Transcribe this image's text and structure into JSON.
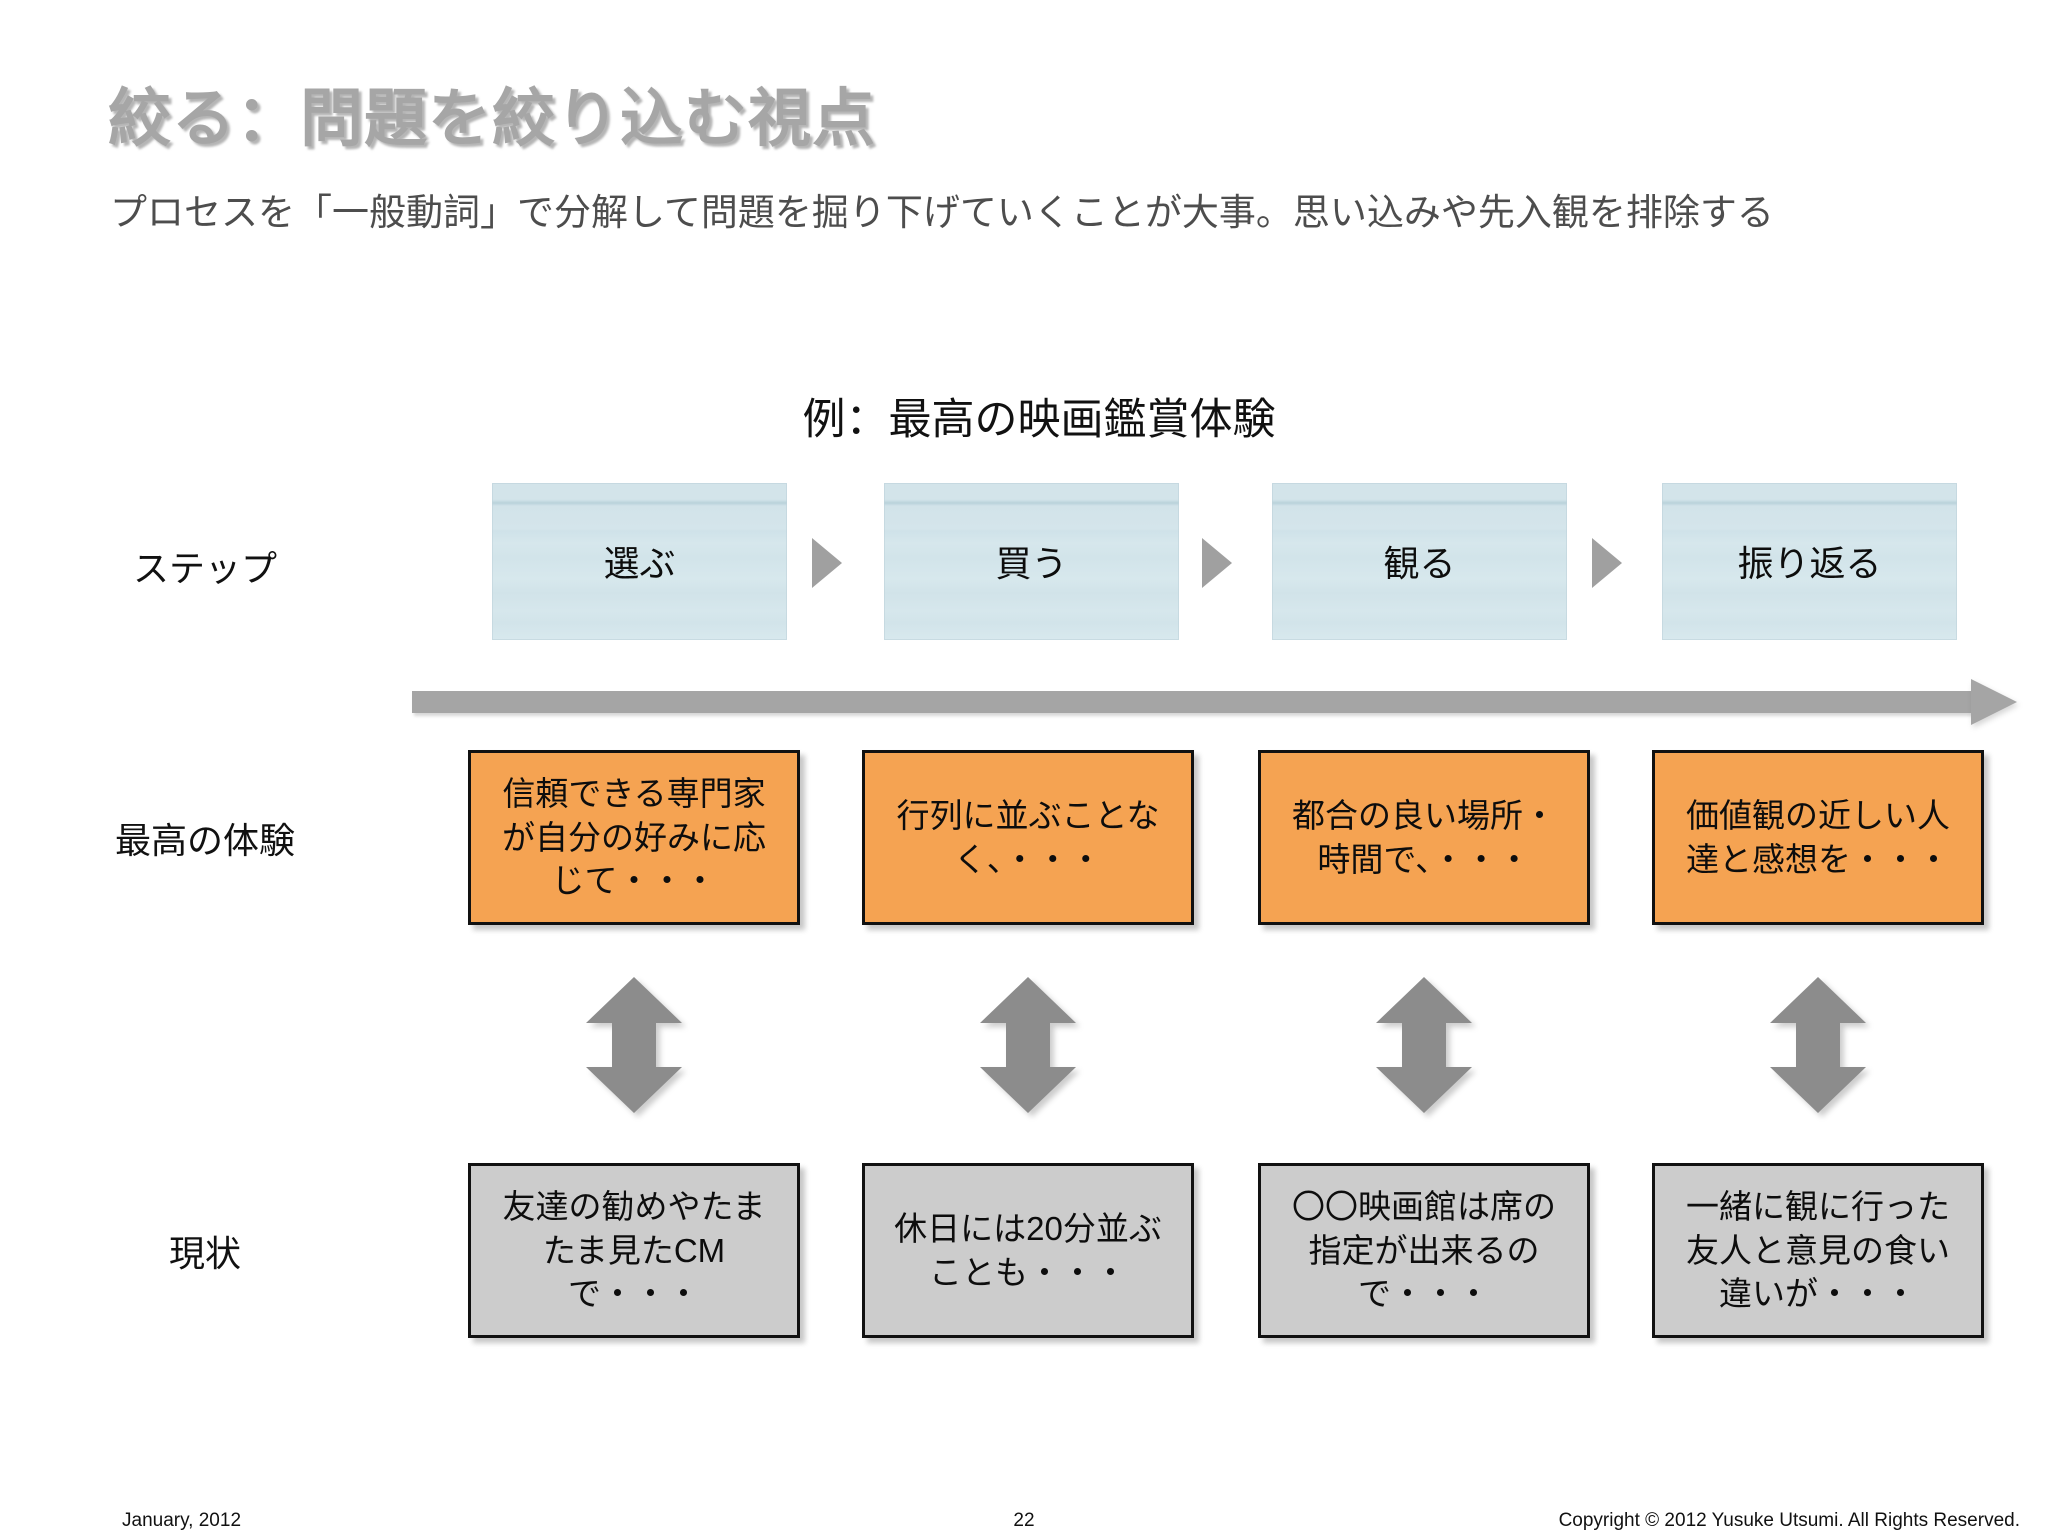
{
  "slide": {
    "title": "絞る：問題を絞り込む視点",
    "subtitle": "プロセスを「一般動詞」で分解して問題を掘り下げていくことが大事。思い込みや先入観を排除する",
    "example_heading": "例：最高の映画鑑賞体験"
  },
  "row_labels": {
    "step": "ステップ",
    "best_experience": "最高の体験",
    "current_state": "現状"
  },
  "steps": [
    {
      "label": "選ぶ"
    },
    {
      "label": "買う"
    },
    {
      "label": "観る"
    },
    {
      "label": "振り返る"
    }
  ],
  "best_experience": [
    {
      "text": "信頼できる専門家\nが自分の好みに応\nじて・・・"
    },
    {
      "text": "行列に並ぶことな\nく、・・・"
    },
    {
      "text": "都合の良い場所・\n時間で、・・・"
    },
    {
      "text": "価値観の近しい人\n達と感想を・・・"
    }
  ],
  "current_state": [
    {
      "text": "友達の勧めやたま\nたま見たCM\nで・・・"
    },
    {
      "text": "休日には20分並ぶ\nことも・・・"
    },
    {
      "text": "〇〇映画館は席の\n指定が出来るの\nで・・・"
    },
    {
      "text": "一緒に観に行った\n友人と意見の食い\n違いが・・・"
    }
  ],
  "footer": {
    "date": "January, 2012",
    "page_number": "22",
    "copyright": "Copyright © 2012 Yusuke Utsumi. All Rights Reserved."
  },
  "colors": {
    "title_gray": "#a6a6a6",
    "orange_box": "#f5a352",
    "gray_box": "#cccccc",
    "arrow_gray": "#a5a5a5",
    "step_box_blue": "#d4e5eb"
  }
}
